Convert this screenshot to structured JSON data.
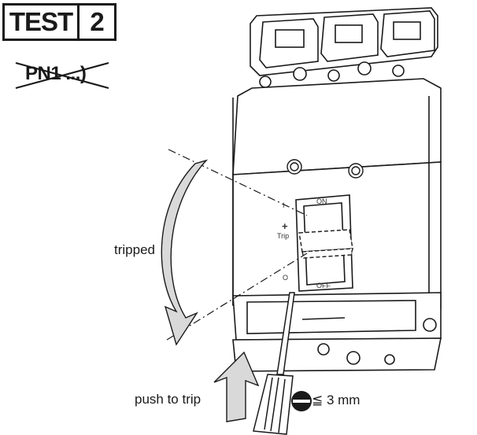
{
  "badge": {
    "word": "TEST",
    "number": "2"
  },
  "crossed_label": "PN1 ...)",
  "labels": {
    "tripped": "tripped",
    "push": "push to trip",
    "gap": "≦ 3 mm",
    "on": "ON",
    "off": "OFF",
    "trip": "Trip",
    "plus": "+",
    "minus": "I",
    "zero": "O"
  },
  "colors": {
    "stroke": "#1a1a1a",
    "arrow_fill": "#d9d9d9",
    "body": "#ffffff"
  }
}
